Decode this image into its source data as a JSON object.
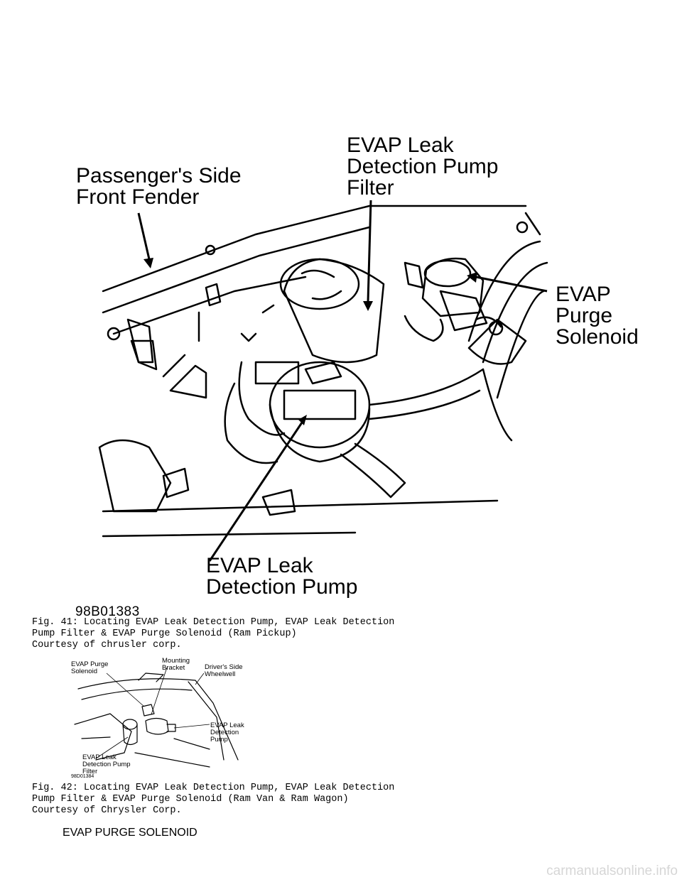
{
  "figure41": {
    "labels": {
      "fender": "Passenger's Side\nFront Fender",
      "filter": "EVAP Leak\nDetection Pump\nFilter",
      "solenoid": "EVAP\nPurge\nSolenoid",
      "pump": "EVAP Leak\nDetection Pump"
    },
    "figure_id": "98B01383",
    "caption": "Fig. 41:  Locating EVAP Leak Detection Pump, EVAP Leak Detection\nPump Filter & EVAP Purge Solenoid (Ram Pickup)\nCourtesy of chrusler corp."
  },
  "figure42": {
    "labels": {
      "solenoid": "EVAP Purge\nSolenoid",
      "bracket": "Mounting\nBracket",
      "wheelwell": "Driver's Side\nWheelwell",
      "pump": "EVAP Leak\nDetection\nPump",
      "filter": "EVAP Leak\nDetection Pump\nFilter"
    },
    "figure_id": "98D01384",
    "caption": "Fig. 42:  Locating EVAP Leak Detection Pump, EVAP Leak Detection\nPump Filter & EVAP Purge Solenoid (Ram Van & Ram Wagon)\nCourtesy of Chrysler Corp."
  },
  "section_heading": "EVAP PURGE SOLENOID",
  "watermark": "carmanualsonline.info"
}
